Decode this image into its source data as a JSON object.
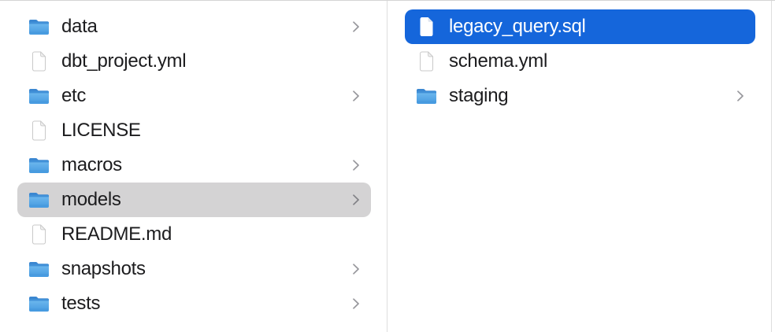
{
  "colors": {
    "background": "#ffffff",
    "selection_blue": "#1566db",
    "selection_gray": "#d4d3d4",
    "text": "#1c1c1e",
    "text_selected": "#ffffff",
    "chevron": "#96969b",
    "divider": "#dedede",
    "top_border": "#d4d4d4",
    "folder_blue_light": "#72bbf0",
    "folder_blue_dark": "#4499e0"
  },
  "columns": [
    {
      "name": "parent-folder-column",
      "items": [
        {
          "label": "data",
          "icon": "folder-icon",
          "chevron": true,
          "selected": false,
          "selection_style": ""
        },
        {
          "label": "dbt_project.yml",
          "icon": "document-icon",
          "chevron": false,
          "selected": false,
          "selection_style": ""
        },
        {
          "label": "etc",
          "icon": "folder-icon",
          "chevron": true,
          "selected": false,
          "selection_style": ""
        },
        {
          "label": "LICENSE",
          "icon": "document-icon",
          "chevron": false,
          "selected": false,
          "selection_style": ""
        },
        {
          "label": "macros",
          "icon": "folder-icon",
          "chevron": true,
          "selected": false,
          "selection_style": ""
        },
        {
          "label": "models",
          "icon": "folder-icon",
          "chevron": true,
          "selected": true,
          "selection_style": "inactive-gray"
        },
        {
          "label": "README.md",
          "icon": "document-icon",
          "chevron": false,
          "selected": false,
          "selection_style": ""
        },
        {
          "label": "snapshots",
          "icon": "folder-icon",
          "chevron": true,
          "selected": false,
          "selection_style": ""
        },
        {
          "label": "tests",
          "icon": "folder-icon",
          "chevron": true,
          "selected": false,
          "selection_style": ""
        }
      ]
    },
    {
      "name": "current-folder-column",
      "items": [
        {
          "label": "legacy_query.sql",
          "icon": "document-icon",
          "chevron": false,
          "selected": true,
          "selection_style": "active-blue"
        },
        {
          "label": "schema.yml",
          "icon": "document-icon",
          "chevron": false,
          "selected": false,
          "selection_style": ""
        },
        {
          "label": "staging",
          "icon": "folder-icon",
          "chevron": true,
          "selected": false,
          "selection_style": ""
        }
      ]
    }
  ]
}
